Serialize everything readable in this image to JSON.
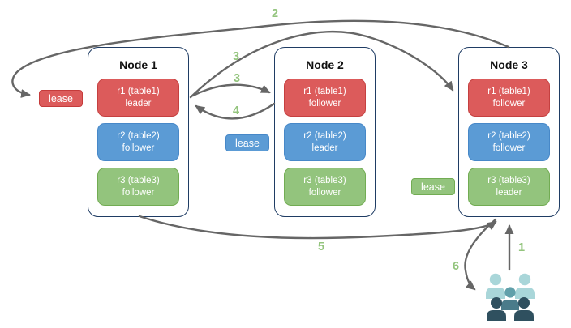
{
  "diagram": {
    "nodes": [
      {
        "title": "Node 1",
        "replicas": [
          {
            "name": "r1 (table1)",
            "role": "leader",
            "color": "red"
          },
          {
            "name": "r2 (table2)",
            "role": "follower",
            "color": "blue"
          },
          {
            "name": "r3 (table3)",
            "role": "follower",
            "color": "green"
          }
        ]
      },
      {
        "title": "Node 2",
        "replicas": [
          {
            "name": "r1 (table1)",
            "role": "follower",
            "color": "red"
          },
          {
            "name": "r2 (table2)",
            "role": "leader",
            "color": "blue"
          },
          {
            "name": "r3 (table3)",
            "role": "follower",
            "color": "green"
          }
        ]
      },
      {
        "title": "Node 3",
        "replicas": [
          {
            "name": "r1 (table1)",
            "role": "follower",
            "color": "red"
          },
          {
            "name": "r2 (table2)",
            "role": "follower",
            "color": "blue"
          },
          {
            "name": "r3 (table3)",
            "role": "leader",
            "color": "green"
          }
        ]
      }
    ],
    "leases": [
      {
        "label": "lease",
        "color": "#DC5B5B"
      },
      {
        "label": "lease",
        "color": "#5B9BD5"
      },
      {
        "label": "lease",
        "color": "#93C47D"
      }
    ],
    "steps": {
      "s1": "1",
      "s2": "2",
      "s3a": "3",
      "s3b": "3",
      "s4": "4",
      "s5": "5",
      "s6": "6"
    },
    "colors": {
      "replica_red_fill": "#DC5B5B",
      "replica_red_border": "#C54040",
      "replica_blue_fill": "#5B9BD5",
      "replica_blue_border": "#4788C8",
      "replica_green_fill": "#93C47D",
      "replica_green_border": "#72AC53",
      "node_border": "#1F3C64",
      "arrow": "#666666",
      "step_label": "#93C47D",
      "users_light": "#A9D6D9",
      "users_mid_head": "#61A0AA",
      "users_mid_body": "#4A7B8A",
      "users_dark": "#2F505F"
    }
  }
}
